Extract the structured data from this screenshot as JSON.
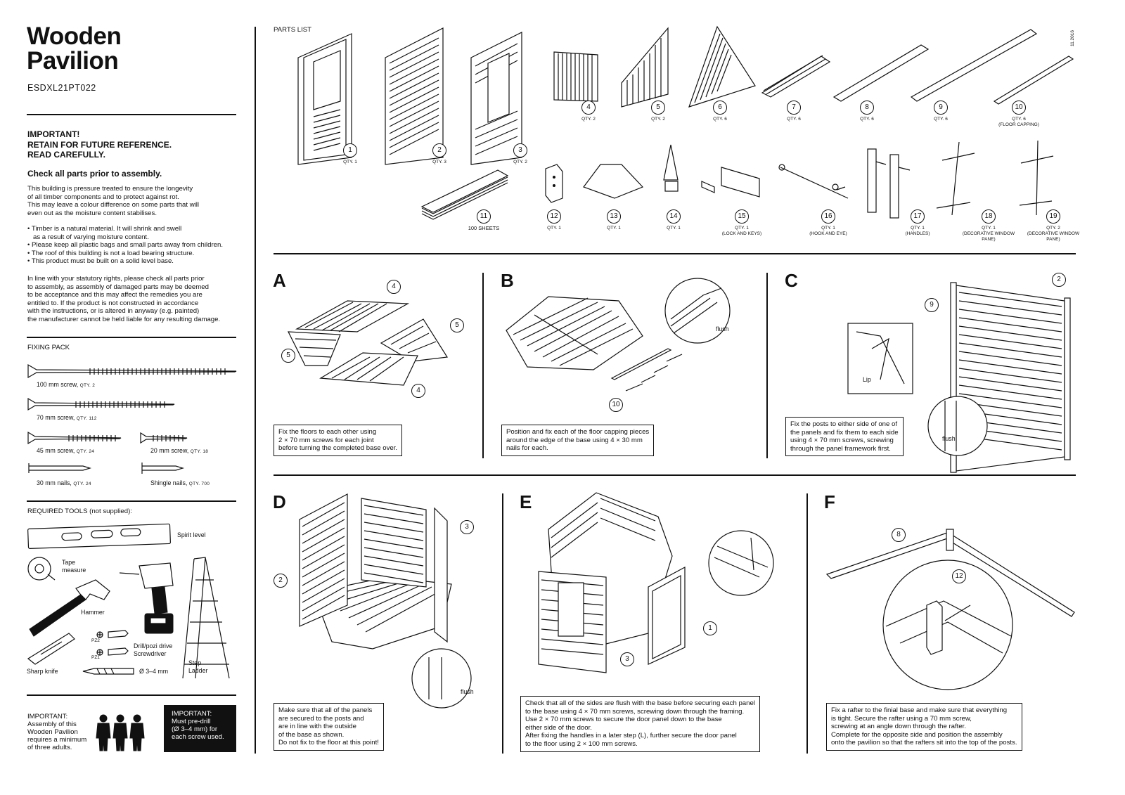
{
  "header": {
    "title_line1": "Wooden",
    "title_line2": "Pavilion",
    "code": "ESDXL21PT022",
    "date": "11.2016"
  },
  "important": {
    "line1": "IMPORTANT!",
    "line2": "RETAIN FOR FUTURE REFERENCE.",
    "line3": "READ CAREFULLY.",
    "check": "Check all parts prior to assembly.",
    "para1": "This building is pressure treated to ensure the longevity\nof all timber components and to protect against rot.\nThis may leave a colour difference on some parts that will\neven out as the moisture content stabilises.",
    "bullets": "• Timber is a natural material. It will shrink and swell\n   as a result of varying moisture content.\n• Please keep all plastic bags and small parts away from children.\n• The roof of this building is not a load bearing structure.\n• This product must be built on a solid level base.",
    "para2": "In line with your statutory rights, please check all parts prior\nto assembly, as assembly of damaged parts may be deemed\nto be acceptance and this may affect the remedies you are\nentitled to. If the product is not constructed in accordance\nwith the instructions, or is altered in anyway (e.g. painted)\nthe manufacturer cannot be held liable for any resulting damage."
  },
  "fixing_pack": {
    "heading": "FIXING PACK",
    "items": [
      {
        "label": "100 mm screw,",
        "qty": "QTY. 2"
      },
      {
        "label": "70 mm screw,",
        "qty": "QTY. 112"
      },
      {
        "label": "45 mm screw,",
        "qty": "QTY. 24"
      },
      {
        "label": "20 mm screw,",
        "qty": "QTY. 18"
      },
      {
        "label": "30 mm nails,",
        "qty": "QTY. 24"
      },
      {
        "label": "Shingle nails,",
        "qty": "QTY. 700"
      }
    ]
  },
  "tools": {
    "heading": "REQUIRED TOOLS (not supplied):",
    "spirit": "Spirit level",
    "tape1": "Tape",
    "tape2": "measure",
    "hammer": "Hammer",
    "pz2": "PZ2",
    "pz1": "PZ1",
    "drill1": "Drill/pozi drive",
    "drill2": "Screwdriver",
    "knife": "Sharp knife",
    "bit": "Ø 3–4 mm",
    "ladder1": "Step",
    "ladder2": "Ladder"
  },
  "footer_left": {
    "adults": "IMPORTANT:\nAssembly of this\nWooden Pavilion\nrequires a minimum\nof three adults.",
    "predrill": "IMPORTANT:\nMust pre-drill\n(Ø 3–4 mm) for\neach screw used."
  },
  "parts_list": {
    "heading": "PARTS LIST",
    "parts": [
      {
        "num": "1",
        "qty": "QTY. 1",
        "note": ""
      },
      {
        "num": "2",
        "qty": "QTY. 3",
        "note": ""
      },
      {
        "num": "3",
        "qty": "QTY. 2",
        "note": ""
      },
      {
        "num": "4",
        "qty": "QTY. 2",
        "note": ""
      },
      {
        "num": "5",
        "qty": "QTY. 2",
        "note": ""
      },
      {
        "num": "6",
        "qty": "QTY. 6",
        "note": ""
      },
      {
        "num": "7",
        "qty": "QTY. 6",
        "note": ""
      },
      {
        "num": "8",
        "qty": "QTY. 6",
        "note": ""
      },
      {
        "num": "9",
        "qty": "QTY. 6",
        "note": ""
      },
      {
        "num": "10",
        "qty": "QTY. 6",
        "note": "(FLOOR CAPPING)"
      },
      {
        "num": "11",
        "qty": "100 SHEETS",
        "note": ""
      },
      {
        "num": "12",
        "qty": "QTY. 1",
        "note": ""
      },
      {
        "num": "13",
        "qty": "QTY. 1",
        "note": ""
      },
      {
        "num": "14",
        "qty": "QTY. 1",
        "note": ""
      },
      {
        "num": "15",
        "qty": "QTY. 1",
        "note": "(LOCK AND KEYS)"
      },
      {
        "num": "16",
        "qty": "QTY. 1",
        "note": "(HOOK AND EYE)"
      },
      {
        "num": "17",
        "qty": "QTY. 1",
        "note": "(HANDLES)"
      },
      {
        "num": "18",
        "qty": "QTY. 1",
        "note": "(DECORATIVE WINDOW PANE)"
      },
      {
        "num": "19",
        "qty": "QTY. 2",
        "note": "(DECORATIVE WINDOW PANE)"
      }
    ]
  },
  "steps": {
    "A": {
      "letter": "A",
      "caption": "Fix the floors to each other using\n2 × 70 mm screws for each joint\nbefore turning the completed base over."
    },
    "B": {
      "letter": "B",
      "caption": "Position and fix each of the floor capping pieces\naround the edge of the base using 4 × 30 mm\nnails for each.",
      "flush": "flush"
    },
    "C": {
      "letter": "C",
      "caption": "Fix the posts to either side of one of\nthe panels and fix them to each side\nusing 4 × 70 mm screws, screwing\nthrough the panel framework first.",
      "lip": "Lip",
      "flush": "flush"
    },
    "D": {
      "letter": "D",
      "caption": "Make sure that all of the panels\nare secured to the posts and\nare in line with the outside\nof the base as shown.\nDo not fix to the floor at this point!",
      "flush": "flush"
    },
    "E": {
      "letter": "E",
      "caption": "Check that all of the sides are flush with the base before securing each panel\nto the base using 4 × 70 mm screws, screwing down through the framing.\nUse 2 × 70 mm screws to secure the door panel down to the base\neither side of the door.\nAfter fixing the handles in a later step (L), further secure the door panel\nto the floor using 2 × 100 mm screws."
    },
    "F": {
      "letter": "F",
      "caption": "Fix a rafter to the finial base and make sure that everything\nis tight. Secure the rafter using a 70 mm screw,\nscrewing at an angle down through the rafter.\nComplete for the opposite side and position the assembly\nonto the pavilion so that the rafters sit into the top of the posts."
    }
  },
  "callouts": {
    "a1": "4",
    "a2": "5",
    "a3": "5",
    "a4": "4",
    "b1": "10",
    "c1": "2",
    "c2": "9",
    "d1": "2",
    "d2": "3",
    "e1": "1",
    "e2": "3",
    "f1": "8",
    "f2": "12"
  }
}
